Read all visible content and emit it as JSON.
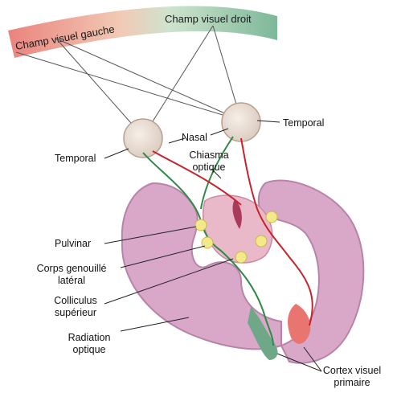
{
  "visual_field": {
    "left_label": "Champ visuel gauche",
    "right_label": "Champ visuel droit",
    "left_color": "#e8756f",
    "right_color": "#6fb08d"
  },
  "labels": {
    "nasal": "Nasal",
    "temporal_right": "Temporal",
    "temporal_left": "Temporal",
    "chiasma_line1": "Chiasma",
    "chiasma_line2": "optique",
    "pulvinar": "Pulvinar",
    "corps_line1": "Corps genouillé",
    "corps_line2": "latéral",
    "colliculus_line1": "Colliculus",
    "colliculus_line2": "supérieur",
    "radiation_line1": "Radiation",
    "radiation_line2": "optique",
    "cortex_line1": "Cortex visuel",
    "cortex_line2": "primaire"
  },
  "colors": {
    "brain": "#d9a8c9",
    "brain_outline": "#b784a8",
    "red_pathway": "#c8232c",
    "green_pathway": "#2f8a45",
    "eye": "#eadfd6",
    "nucleus": "#f4e98a"
  }
}
